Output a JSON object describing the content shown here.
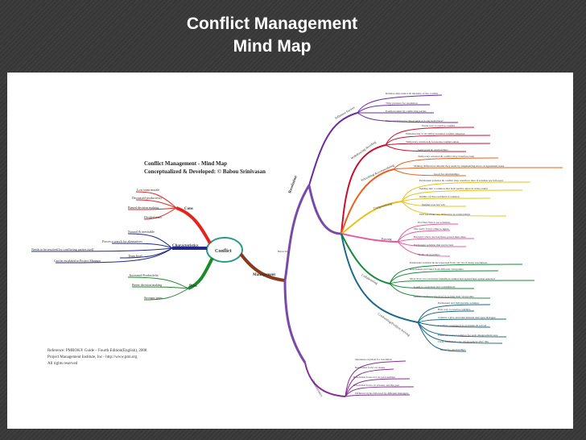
{
  "slide": {
    "title_line1": "Conflict Management",
    "title_line2": "Mind Map"
  },
  "map": {
    "heading_line1": "Conflict Management - Mind Map",
    "heading_line2": "Conceptualized & Developed: ©  Babou Srinivasan",
    "center": "Conflict",
    "center_sub": "Babou Srini",
    "branches": {
      "cons": {
        "label": "Cons",
        "items": [
          "Low team morale",
          "Decreased productivity",
          "Biased decision making",
          "Divided team"
        ]
      },
      "characteristics": {
        "label": "Characteristics",
        "items": [
          "Natural & inevitable",
          "Forces a search for alternatives",
          "Team level",
          "Needs to be resolved by conflicting parties itself",
          "Can be escalated to Project Manager"
        ]
      },
      "pros": {
        "label": "Pros",
        "items": [
          "Increased Productivity",
          "Better decision making",
          "Stronger team"
        ]
      },
      "management": {
        "label": "Management"
      },
      "resolution": {
        "label": "Resolution"
      },
      "influence": {
        "label": "Influence Factors",
        "items": [
          "Relative importance & intensity of the conflict",
          "Time pressure for resolution",
          "Position taken by conflicting parties",
          "Short resolution for Short term or Long term fixes?"
        ]
      },
      "withdrawing": {
        "label": "Withdrawing/Avoiding",
        "items": [
          "Worst way to resolve conflict",
          "Withdrawing or Avoiding potential conflict situation",
          "Temporary solution & forces the conflict exists",
          "Send goals & relationships"
        ]
      },
      "smoothing": {
        "label": "Smoothing/Accommodating",
        "items": [
          "Temporary solution & conflict may resurface later",
          "Making differences smaller they seem by emphasizing more on agreement areas",
          "Good for relationships"
        ]
      },
      "compromising": {
        "label": "Compromising",
        "items": [
          "Permanent solution & conflict may resurface later if solution not followed",
          "Settling into a solution that both parties agree in some extent",
          "middle-of-the-road kind of solution",
          "Neither lose nor win",
          "Will not make any difference in relationships"
        ]
      },
      "forcing": {
        "label": "Forcing",
        "items": [
          "Provides Win-Lose solutions",
          "One party forces other to agree",
          "Happens when one has more power than other",
          "Permanent solution that not be best",
          "Spoils relationships"
        ]
      },
      "collaborating": {
        "label": "Collaborating",
        "items": [
          "Permanent solution & incorporated from out out of many resolutions",
          "Resolutions provided from different viewpoints",
          "More than one resolution identified, ranked and agreed best option selected",
          "Leads to consensus and commitment",
          "Depicts an honor involved in getting their viewpoints"
        ]
      },
      "confronting": {
        "label": "Confronting/Problem Solving",
        "items": [
          "Permanent and indisputable solution",
          "Best way to resolve conflicts",
          "requires a give-and-take attitude and open dialogue",
          "Conflicts considered as problems & solved",
          "Finds out correct solution for each disagreement area",
          "Clear resolution -- no disagreement after this",
          "Good for relationships"
        ]
      },
      "characteristics2": {
        "label": "Characteristics",
        "items": [
          "Openness required for resolution",
          "Resolution focus on issues",
          "Resolution focus not on personalities",
          "Resolution focus on present, not the past",
          "Different styles followed by different managers"
        ]
      }
    },
    "reference": {
      "line1": "Reference:  PMBOK® Guide – Fourth Edition(English), 2008",
      "line2": "Project Management Institute, Inc - http://www.pmi.org",
      "line3": "All rights reserved"
    }
  },
  "colors": {
    "background": "#3b3b3b",
    "title": "#ffffff",
    "cons": "#e0261f",
    "characteristics": "#1f2a8c",
    "pros": "#1d8a2a",
    "management": "#8a3a1a",
    "trunk": "#7a4aa8",
    "influence": "#6a2aa8",
    "withdrawing": "#c8102e",
    "smoothing": "#e8601a",
    "compromising": "#e8c21a",
    "forcing": "#e85aa0",
    "collaborating": "#1a8a3a",
    "confronting": "#1a6a8a",
    "characteristics2": "#8a2a9a"
  }
}
